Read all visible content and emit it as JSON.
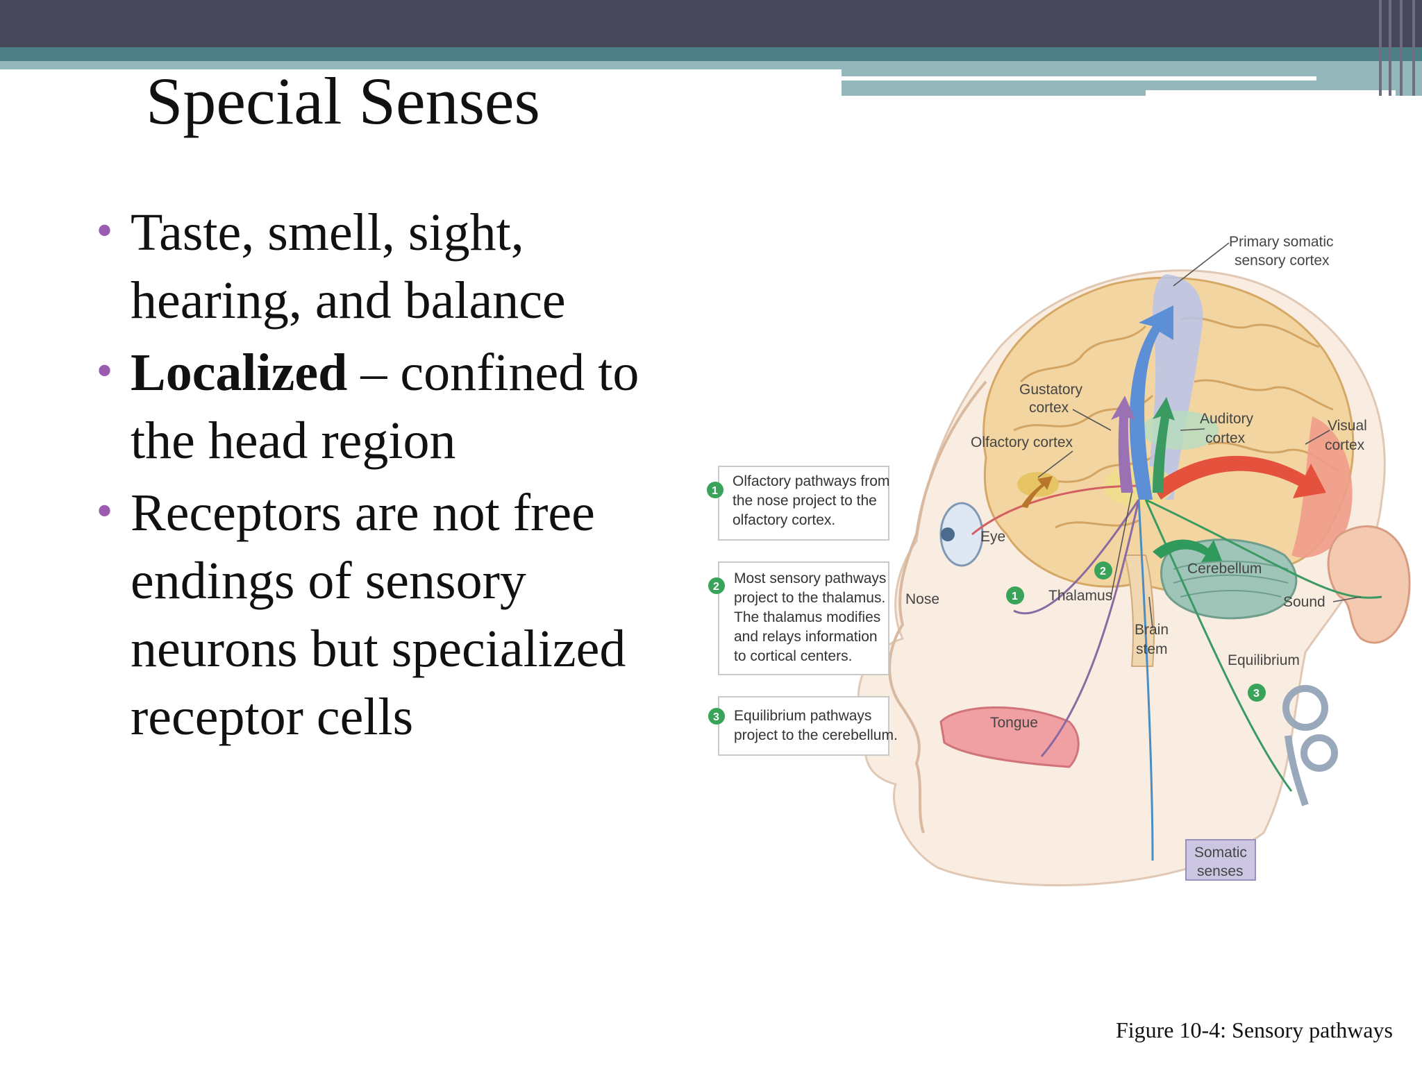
{
  "slide": {
    "title": "Special Senses",
    "bullets": [
      {
        "bold": "",
        "text": "Taste, smell, sight, hearing, and balance"
      },
      {
        "bold": "Localized",
        "text": " – confined to the head region"
      },
      {
        "bold": "",
        "text": "Receptors are not free endings of sensory neurons but specialized receptor cells"
      }
    ],
    "caption": "Figure 10-4: Sensory pathways"
  },
  "figure": {
    "labels": {
      "primary1": "Primary somatic",
      "primary2": "sensory cortex",
      "gustatory1": "Gustatory",
      "gustatory2": "cortex",
      "auditory1": "Auditory",
      "auditory2": "cortex",
      "visual1": "Visual",
      "visual2": "cortex",
      "olfactory": "Olfactory cortex",
      "eye": "Eye",
      "nose": "Nose",
      "thalamus": "Thalamus",
      "cerebellum": "Cerebellum",
      "sound": "Sound",
      "brainstem1": "Brain",
      "brainstem2": "stem",
      "equilibrium": "Equilibrium",
      "tongue": "Tongue",
      "somatic1": "Somatic",
      "somatic2": "senses"
    },
    "steps": [
      {
        "num": "1",
        "lines": [
          "Olfactory pathways from",
          "the nose project to the",
          "olfactory cortex."
        ]
      },
      {
        "num": "2",
        "lines": [
          "Most sensory pathways",
          "project to the thalamus.",
          "The thalamus modifies",
          "and relays information",
          "to cortical centers."
        ]
      },
      {
        "num": "3",
        "lines": [
          "Equilibrium pathways",
          "project to the cerebellum."
        ]
      }
    ],
    "colors": {
      "step_badge": "#3aa35a",
      "bullet": "#9a5bb0",
      "header": "#484659",
      "teal": "#4c8086"
    }
  }
}
